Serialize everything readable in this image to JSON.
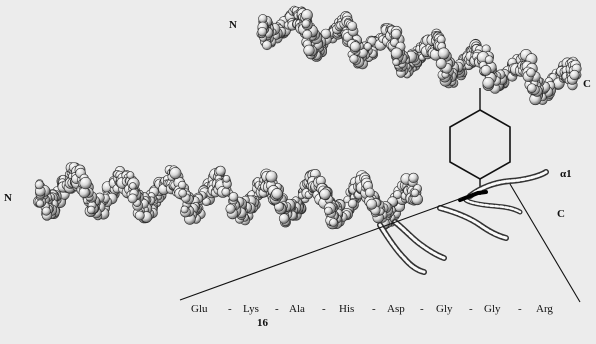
{
  "figure": {
    "upper_helix": {
      "n_label": "N",
      "c_label": "C"
    },
    "lower_helix": {
      "n_label": "N",
      "c_label": "C"
    },
    "alpha_label": "α1",
    "sequence": [
      "Glu",
      "Lys",
      "Ala",
      "His",
      "Asp",
      "Gly",
      "Gly",
      "Arg"
    ],
    "separator": "-",
    "residue_number": "16"
  }
}
